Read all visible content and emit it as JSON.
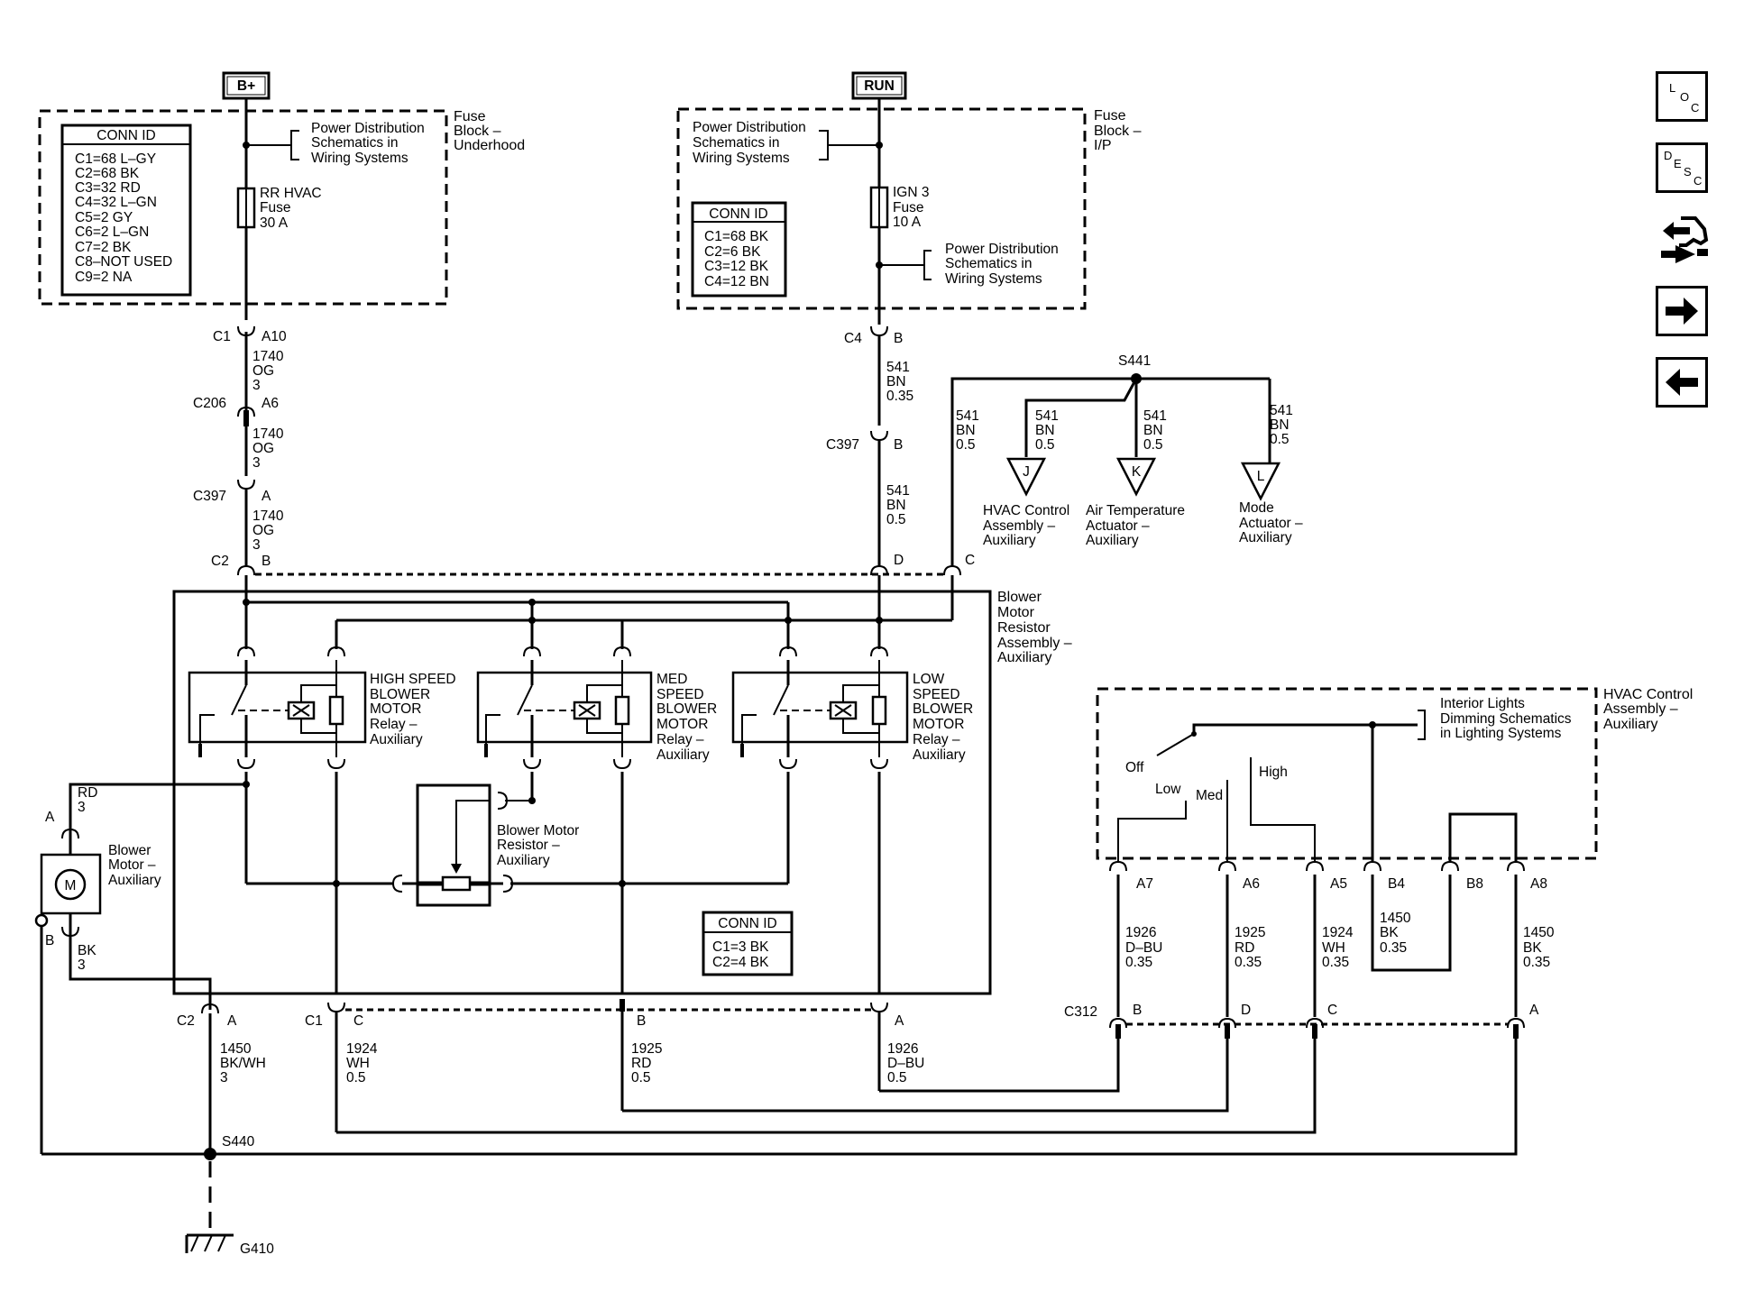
{
  "sources": {
    "bplus": "B+",
    "run": "RUN"
  },
  "fuse_block_underhood": {
    "title_lines": [
      "Fuse",
      "Block –",
      "Underhood"
    ],
    "power_dist_lines": [
      "Power Distribution",
      "Schematics in",
      "Wiring Systems"
    ],
    "fuse_lines": [
      "RR HVAC",
      "Fuse",
      "30 A"
    ],
    "conn_id_title": "CONN ID",
    "conn_rows": [
      "C1=68 L–GY",
      "C2=68 BK",
      "C3=32 RD",
      "C4=32 L–GN",
      "C5=2 GY",
      "C6=2 L–GN",
      "C7=2 BK",
      "C8–NOT USED",
      "C9=2 NA"
    ]
  },
  "fuse_block_ip": {
    "title_lines": [
      "Fuse",
      "Block –",
      "I/P"
    ],
    "power_dist_top_lines": [
      "Power Distribution",
      "Schematics in",
      "Wiring Systems"
    ],
    "power_dist_right_lines": [
      "Power Distribution",
      "Schematics in",
      "Wiring Systems"
    ],
    "fuse_lines": [
      "IGN 3",
      "Fuse",
      "10 A"
    ],
    "conn_id_title": "CONN ID",
    "conn_rows": [
      "C1=68 BK",
      "C2=6 BK",
      "C3=12 BK",
      "C4=12 BN"
    ]
  },
  "left_wire": {
    "c1": "C1",
    "c1_pin": "A10",
    "seg1": [
      "1740",
      "OG",
      "3"
    ],
    "c206": "C206",
    "c206_pin": "A6",
    "seg2": [
      "1740",
      "OG",
      "3"
    ],
    "c397": "C397",
    "c397_pin": "A",
    "seg3": [
      "1740",
      "OG",
      "3"
    ],
    "c2": "C2",
    "c2_pin": "B"
  },
  "center_wire": {
    "c4": "C4",
    "c4_pin": "B",
    "seg1": [
      "541",
      "BN",
      "0.35"
    ],
    "c397": "C397",
    "c397_pin": "B",
    "seg2": [
      "541",
      "BN",
      "0.5"
    ],
    "d_pin": "D",
    "c_pin": "C"
  },
  "splice_s441": {
    "name": "S441",
    "wire_main": [
      "541",
      "BN",
      "0.5"
    ],
    "wire_j": [
      "541",
      "BN",
      "0.5"
    ],
    "wire_k": [
      "541",
      "BN",
      "0.5"
    ],
    "wire_l": [
      "541",
      "BN",
      "0.5"
    ],
    "dest_j": {
      "letter": "J",
      "lines": [
        "HVAC Control",
        "Assembly –",
        "Auxiliary"
      ]
    },
    "dest_k": {
      "letter": "K",
      "lines": [
        "Air Temperature",
        "Actuator –",
        "Auxiliary"
      ]
    },
    "dest_l": {
      "letter": "L",
      "lines": [
        "Mode",
        "Actuator –",
        "Auxiliary"
      ]
    }
  },
  "resistor_assembly": {
    "title_lines": [
      "Blower",
      "Motor",
      "Resistor",
      "Assembly –",
      "Auxiliary"
    ],
    "relay_high": [
      "HIGH SPEED",
      "BLOWER",
      "MOTOR",
      "Relay –",
      "Auxiliary"
    ],
    "relay_med": [
      "MED",
      "SPEED",
      "BLOWER",
      "MOTOR",
      "Relay –",
      "Auxiliary"
    ],
    "relay_low": [
      "LOW",
      "SPEED",
      "BLOWER",
      "MOTOR",
      "Relay –",
      "Auxiliary"
    ],
    "resistor_lines": [
      "Blower Motor",
      "Resistor –",
      "Auxiliary"
    ],
    "conn_id_title": "CONN ID",
    "conn_rows": [
      "C1=3 BK",
      "C2=4 BK"
    ]
  },
  "blower_motor": {
    "motor_symbol": "M",
    "label_lines": [
      "Blower",
      "Motor –",
      "Auxiliary"
    ],
    "pin_a": "A",
    "wire_a": [
      "RD",
      "3"
    ],
    "pin_b": "B",
    "wire_b": [
      "BK",
      "3"
    ]
  },
  "bottom_connectors": {
    "c2": "C2",
    "c2_pin": "A",
    "wire_c2": [
      "1450",
      "BK/WH",
      "3"
    ],
    "c1": "C1",
    "c1_pin_c": "C",
    "wire_c": [
      "1924",
      "WH",
      "0.5"
    ],
    "pin_b": "B",
    "wire_b": [
      "1925",
      "RD",
      "0.5"
    ],
    "pin_a": "A",
    "wire_a": [
      "1926",
      "D–BU",
      "0.5"
    ]
  },
  "ground": {
    "splice": "S440",
    "ground": "G410"
  },
  "hvac_control": {
    "title_lines": [
      "HVAC Control",
      "Assembly –",
      "Auxiliary"
    ],
    "interior_lines": [
      "Interior Lights",
      "Dimming Schematics",
      "in Lighting Systems"
    ],
    "sw_off": "Off",
    "sw_low": "Low",
    "sw_med": "Med",
    "sw_high": "High",
    "pins": [
      "A7",
      "A6",
      "A5",
      "B4",
      "B8",
      "A8"
    ],
    "wire_a7": [
      "1926",
      "D–BU",
      "0.35"
    ],
    "wire_a6": [
      "1925",
      "RD",
      "0.35"
    ],
    "wire_a5": [
      "1924",
      "WH",
      "0.35"
    ],
    "wire_b4": [
      "1450",
      "BK",
      "0.35"
    ],
    "wire_a8": [
      "1450",
      "BK",
      "0.35"
    ]
  },
  "c312": {
    "name": "C312",
    "pins": [
      "B",
      "D",
      "C",
      "A"
    ]
  },
  "nav_icons": {
    "loc": [
      "L",
      "O",
      "C"
    ],
    "desc": [
      "D",
      "E",
      "S",
      "C"
    ]
  }
}
